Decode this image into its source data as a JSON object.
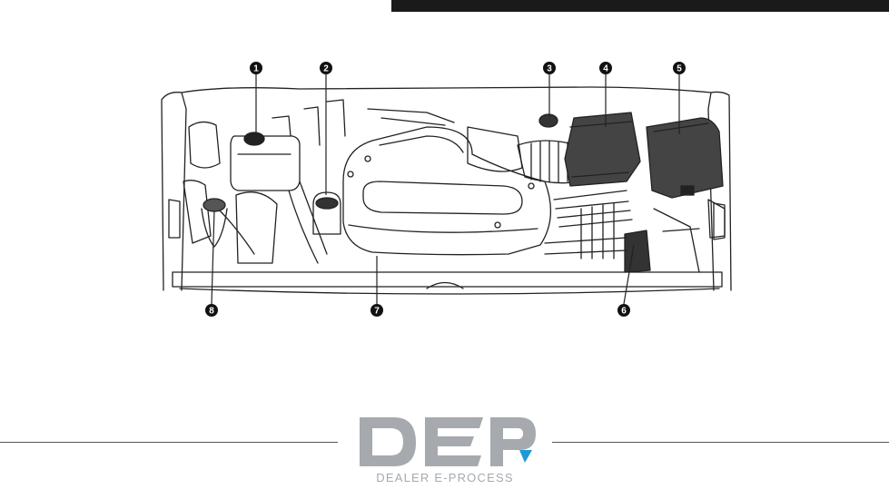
{
  "callouts": [
    {
      "label": "1"
    },
    {
      "label": "2"
    },
    {
      "label": "3"
    },
    {
      "label": "4"
    },
    {
      "label": "5"
    },
    {
      "label": "6"
    },
    {
      "label": "7"
    },
    {
      "label": "8"
    }
  ],
  "logo": {
    "mark": "DEP",
    "tagline": "DEALER E-PROCESS",
    "colors": {
      "gray": "#a6a9ad",
      "accent": "#1e9ad6"
    }
  }
}
